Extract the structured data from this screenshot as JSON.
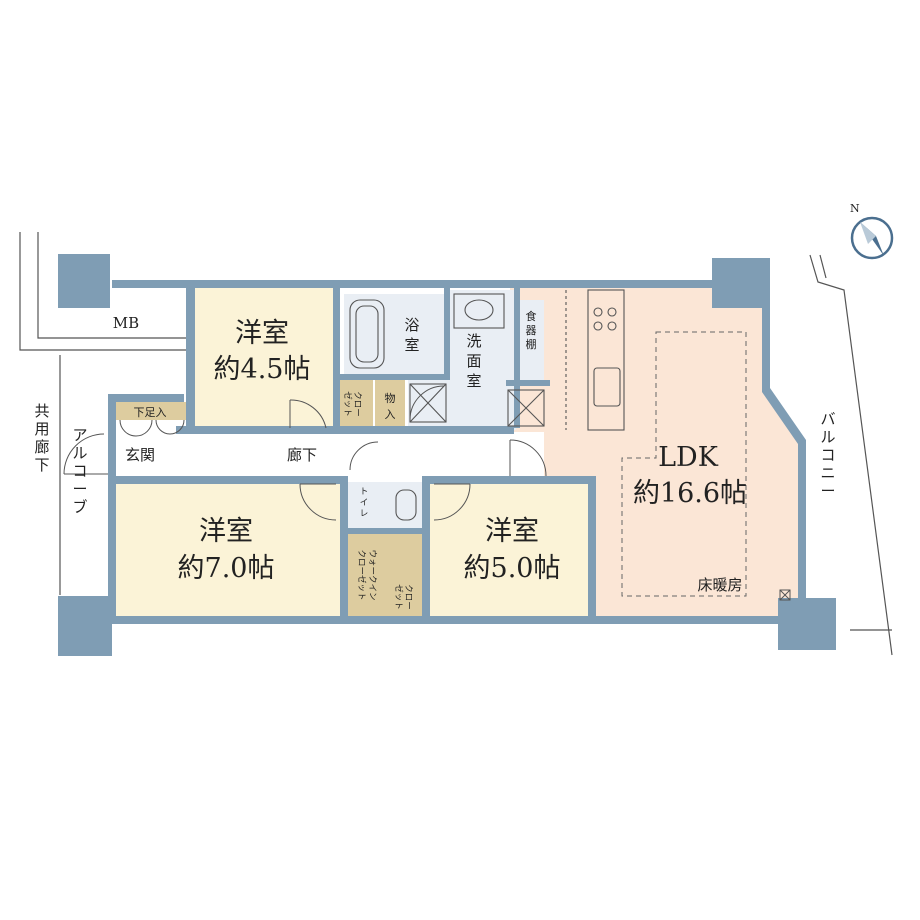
{
  "rooms": {
    "western_a": {
      "name": "洋室",
      "size": "約4.5帖"
    },
    "western_b": {
      "name": "洋室",
      "size": "約7.0帖"
    },
    "western_c": {
      "name": "洋室",
      "size": "約5.0帖"
    },
    "ldk": {
      "name": "LDK",
      "size": "約16.6帖",
      "note": "床暖房"
    }
  },
  "labels": {
    "mb": "MB",
    "bath": [
      "浴",
      "室"
    ],
    "washroom": [
      "洗",
      "面",
      "室"
    ],
    "cupboard": [
      "食",
      "器",
      "棚"
    ],
    "closet": [
      "クロー",
      "ゼット"
    ],
    "storage": [
      "物",
      "入"
    ],
    "shoe_box": "下足入",
    "entrance": "玄関",
    "hallway": "廊下",
    "toilet": [
      "ト",
      "イ",
      "レ"
    ],
    "walkin": [
      "ウォークイン",
      "クローゼット"
    ],
    "common_hallway": [
      "共",
      "用",
      "廊",
      "下"
    ],
    "alcove": [
      "ア",
      "ル",
      "コ",
      "ー",
      "ブ"
    ],
    "balcony": [
      "バ",
      "ル",
      "コ",
      "ニ",
      "ー"
    ],
    "compass": "N"
  },
  "colors": {
    "wall": "#7f9db4",
    "bedroom_fill": "#fbf3d7",
    "ldk_fill": "#fbe6d6",
    "wet_fill": "#e9eef4",
    "closet_fill": "#ddcc9f",
    "outline": "#555555"
  }
}
